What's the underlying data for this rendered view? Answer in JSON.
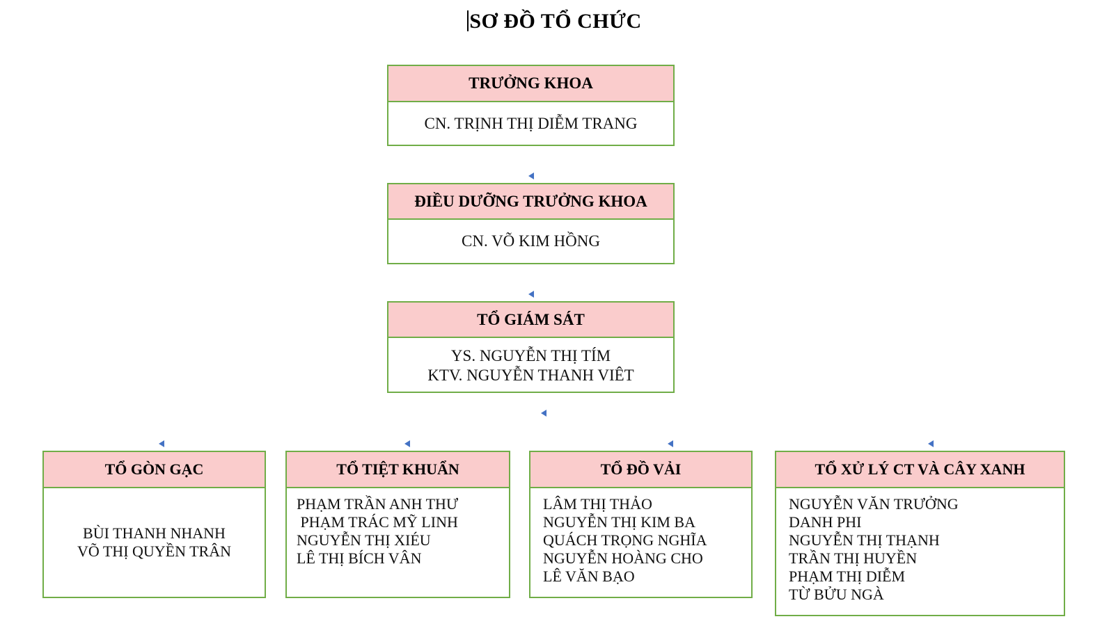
{
  "document": {
    "title": "SƠ ĐỒ TỔ CHỨC",
    "caret_visible": true
  },
  "theme": {
    "header_fill": "#FACCCC",
    "box_border": "#70AD47",
    "body_fill": "#FFFFFF",
    "connector": "#4472C4",
    "text": "#000000",
    "background": "#FFFFFF"
  },
  "chart_data": {
    "type": "diagram",
    "subtype": "organization-chart",
    "title": "SƠ ĐỒ TỔ CHỨC",
    "orientation": "top-down",
    "levels": 4,
    "nodes": [
      {
        "id": "truong-khoa",
        "level": 1,
        "header": "TRƯỞNG KHOA",
        "members": [
          "CN. TRỊNH THỊ DIỄM TRANG"
        ],
        "align": "center"
      },
      {
        "id": "dieu-duong-truong-khoa",
        "level": 2,
        "header": "ĐIỀU DƯỠNG TRƯỞNG KHOA",
        "members": [
          "CN. VÕ KIM HỒNG"
        ],
        "align": "center"
      },
      {
        "id": "to-giam-sat",
        "level": 3,
        "header": "TỔ GIÁM SÁT",
        "members": [
          "YS. NGUYỄN THỊ TÍM",
          "KTV. NGUYỄN THANH VIÊT"
        ],
        "align": "center"
      },
      {
        "id": "to-gon-gac",
        "level": 4,
        "header": "TỔ GÒN GẠC",
        "members": [
          "BÙI THANH NHANH",
          "VÕ THỊ QUYỀN TRÂN"
        ],
        "align": "center"
      },
      {
        "id": "to-tiet-khuan",
        "level": 4,
        "header": "TỔ TIỆT KHUẨN",
        "members": [
          "PHẠM TRẦN ANH THƯ",
          " PHẠM TRÁC MỸ LINH",
          "NGUYỄN THỊ XIÉU",
          "LÊ THỊ BÍCH VÂN"
        ],
        "align": "left"
      },
      {
        "id": "to-do-vai",
        "level": 4,
        "header": "TỔ ĐỒ VẢI",
        "members": [
          "LÂM THỊ THẢO",
          "NGUYỄN THỊ KIM BA",
          "QUÁCH TRỌNG NGHĨA",
          "NGUYỄN HOÀNG CHO",
          "LÊ VĂN BẠO"
        ],
        "align": "left"
      },
      {
        "id": "to-xu-ly-ct-va-cay-xanh",
        "level": 4,
        "header": "TỔ XỬ LÝ CT VÀ CÂY XANH",
        "members": [
          "NGUYỄN VĂN TRƯỞNG",
          "DANH PHI",
          "NGUYỄN THỊ THẠNH",
          "TRẦN THỊ HUYỀN",
          "PHẠM THỊ DIỄM",
          "TỪ BỬU NGÀ"
        ],
        "align": "left"
      }
    ],
    "edges": [
      {
        "from": "truong-khoa",
        "to": "dieu-duong-truong-khoa",
        "style": "arrow"
      },
      {
        "from": "dieu-duong-truong-khoa",
        "to": "to-giam-sat",
        "style": "arrow"
      },
      {
        "from": "to-giam-sat",
        "to": "to-gon-gac",
        "style": "elbow-arrow"
      },
      {
        "from": "to-giam-sat",
        "to": "to-tiet-khuan",
        "style": "elbow-arrow"
      },
      {
        "from": "to-giam-sat",
        "to": "to-do-vai",
        "style": "elbow-arrow"
      },
      {
        "from": "to-giam-sat",
        "to": "to-xu-ly-ct-va-cay-xanh",
        "style": "elbow-arrow"
      }
    ]
  }
}
